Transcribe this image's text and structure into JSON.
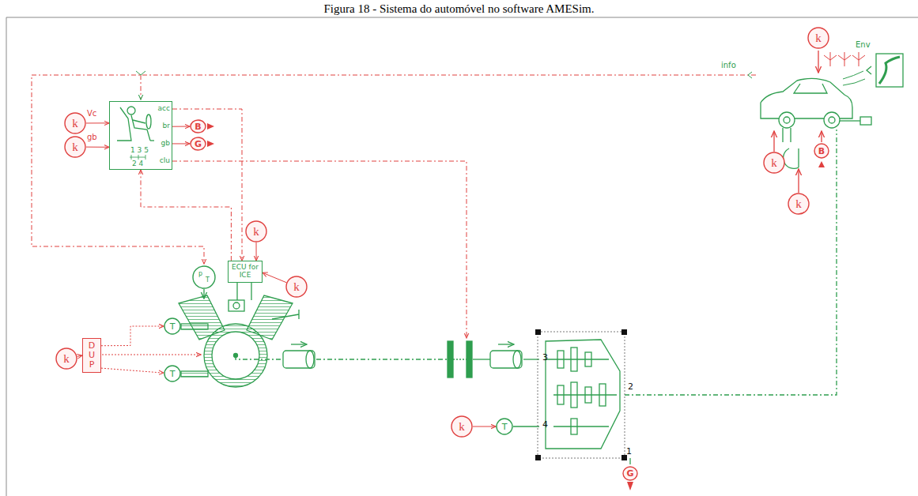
{
  "diagram": {
    "title": "Figura 18 - Sistema do automóvel no software AMESim.",
    "nodes": [
      {
        "text": [
          "acc",
          "br",
          "gb",
          "clu",
          "1 3 5",
          "2 4"
        ]
      },
      {
        "text": [
          "k"
        ]
      },
      {
        "text": [
          "k"
        ]
      },
      {
        "text": [
          "B"
        ]
      },
      {
        "text": [
          "G"
        ]
      },
      {
        "text": [
          "k"
        ]
      },
      {
        "text": [
          "ECU for ICE"
        ]
      },
      {
        "text": [
          "k"
        ]
      },
      {
        "text": [
          "p",
          "T"
        ]
      },
      {
        "text": [
          "k"
        ]
      },
      {
        "text": [
          "DUP"
        ]
      },
      {
        "text": [
          "T"
        ]
      },
      {
        "text": [
          "T"
        ]
      },
      {
        "text": [
          "k"
        ]
      },
      {
        "text": [
          "T"
        ]
      },
      {
        "text": [
          "G"
        ]
      },
      {
        "text": [
          "k"
        ]
      },
      {
        "text": [
          "k"
        ]
      },
      {
        "text": [
          "k"
        ]
      },
      {
        "text": [
          "B"
        ]
      }
    ],
    "edges": [
      {
        "from": 1,
        "to": 0,
        "arrow": "to"
      },
      {
        "from": 2,
        "to": 0,
        "arrow": "to"
      },
      {
        "from": 0,
        "to": 3,
        "arrow": "to"
      },
      {
        "from": 0,
        "to": 4,
        "arrow": "to"
      },
      {
        "from": 0,
        "to": 6,
        "arrow": "to"
      },
      {
        "from": 6,
        "to": 0,
        "arrow": "to"
      },
      {
        "from": 5,
        "to": 6,
        "arrow": "to"
      },
      {
        "from": 7,
        "to": 6,
        "arrow": "to"
      },
      {
        "from": 9,
        "to": 10,
        "arrow": "to"
      },
      {
        "from": 10,
        "to": 11,
        "arrow": "to"
      },
      {
        "from": 10,
        "to": 12,
        "arrow": "to"
      },
      {
        "from": 13,
        "to": 14,
        "arrow": "to"
      }
    ],
    "labels": [
      "Vc",
      "gb",
      "info",
      "Env",
      "3",
      "4",
      "2",
      "1"
    ]
  }
}
